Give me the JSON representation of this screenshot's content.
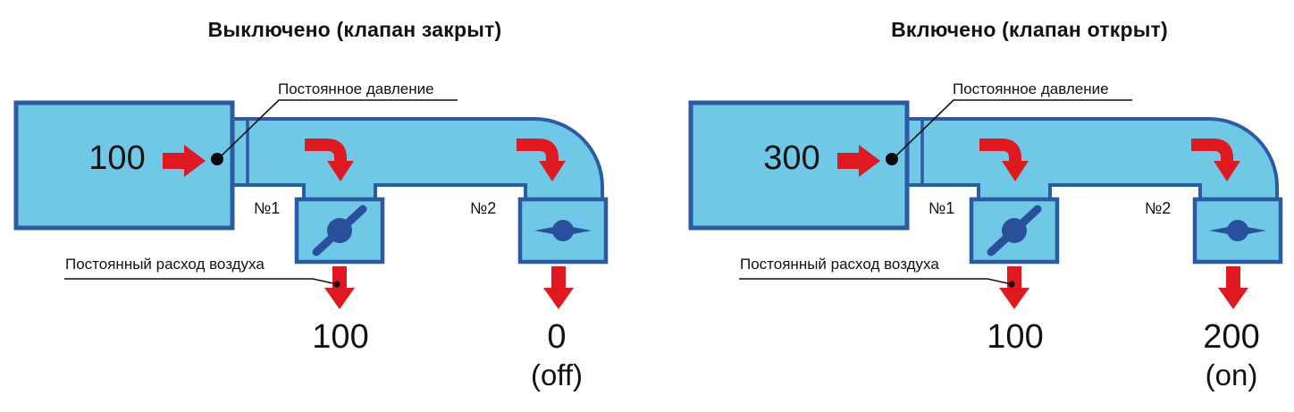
{
  "colors": {
    "fill": "#6fc8e6",
    "stroke": "#2c5ba3",
    "red": "#e01920",
    "valve": "#2a4f9b",
    "text": "#121212"
  },
  "labels": {
    "pressure": "Постоянное давление",
    "airflow": "Постоянный расход воздуха",
    "branch1": "№1",
    "branch2": "№2"
  },
  "icons": {
    "fan_flow": "red-arrow-right",
    "branch_flow": "red-arrow-bend-down",
    "outlet_flow": "red-arrow-down",
    "pressure_point": "black-dot",
    "valve1_blade": "tilted-blade-damper",
    "valve2_blade": "horizontal-blade-damper"
  },
  "panels": [
    {
      "title": "Выключено (клапан закрыт)",
      "fan_value": "100",
      "branch1_value": "100",
      "branch2_value": "0",
      "branch2_state": "(off)"
    },
    {
      "title": "Включено (клапан открыт)",
      "fan_value": "300",
      "branch1_value": "100",
      "branch2_value": "200",
      "branch2_state": "(on)"
    }
  ]
}
